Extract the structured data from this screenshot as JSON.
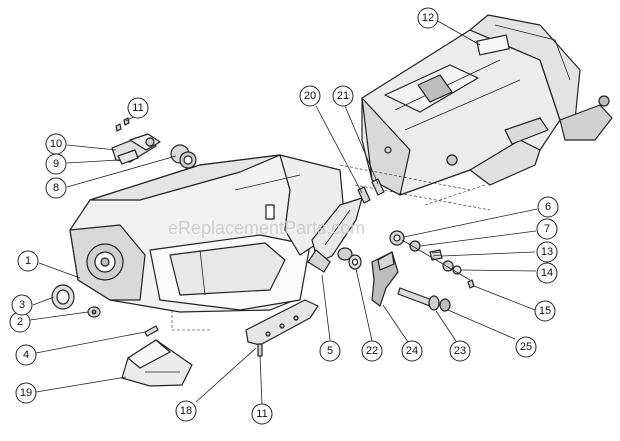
{
  "diagram": {
    "watermark": "eReplacementParts.com",
    "callouts": [
      {
        "id": "c1",
        "label": "1"
      },
      {
        "id": "c2",
        "label": "2"
      },
      {
        "id": "c3",
        "label": "3"
      },
      {
        "id": "c4",
        "label": "4"
      },
      {
        "id": "c5",
        "label": "5"
      },
      {
        "id": "c6",
        "label": "6"
      },
      {
        "id": "c7",
        "label": "7"
      },
      {
        "id": "c8",
        "label": "8"
      },
      {
        "id": "c9",
        "label": "9"
      },
      {
        "id": "c10",
        "label": "10"
      },
      {
        "id": "c11a",
        "label": "11"
      },
      {
        "id": "c11b",
        "label": "11"
      },
      {
        "id": "c12",
        "label": "12"
      },
      {
        "id": "c13",
        "label": "13"
      },
      {
        "id": "c14",
        "label": "14"
      },
      {
        "id": "c15",
        "label": "15"
      },
      {
        "id": "c18",
        "label": "18"
      },
      {
        "id": "c19",
        "label": "19"
      },
      {
        "id": "c20",
        "label": "20"
      },
      {
        "id": "c21",
        "label": "21"
      },
      {
        "id": "c22",
        "label": "22"
      },
      {
        "id": "c23",
        "label": "23"
      },
      {
        "id": "c24",
        "label": "24"
      },
      {
        "id": "c25",
        "label": "25"
      }
    ]
  }
}
